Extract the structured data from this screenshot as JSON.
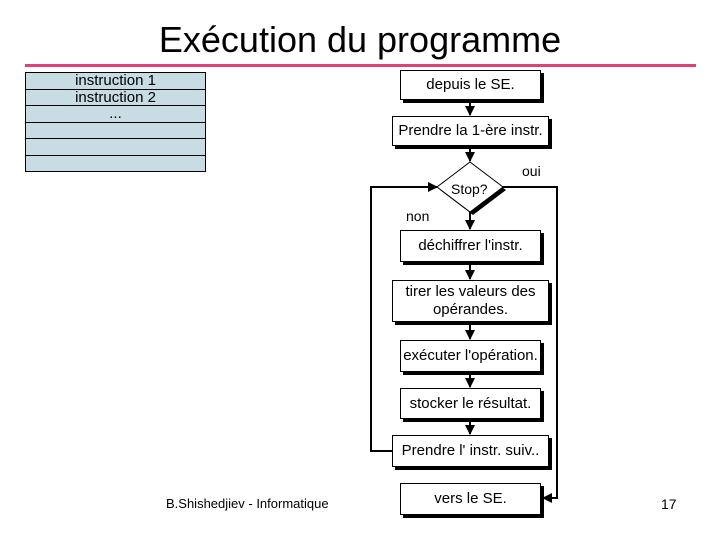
{
  "slide": {
    "title": "Exécution du programme",
    "footer": "B.Shishedjiev - Informatique",
    "page_number": "17"
  },
  "memory": {
    "cells": [
      "instruction 1",
      "instruction 2",
      "...",
      "",
      "",
      ""
    ]
  },
  "flowchart": {
    "load_from_se": "depuis le SE.",
    "fetch_first": "Prendre la 1-ère instr.",
    "decision_stop": "Stop?",
    "yes_label": "oui",
    "no_label": "non",
    "decode": "déchiffrer l'instr.",
    "fetch_operands": "tirer les valeurs des opérandes.",
    "execute": "exécuter l'opération.",
    "store": "stocker le résultat.",
    "fetch_next": "Prendre l' instr. suiv..",
    "return_to_se": "vers le SE."
  },
  "colors": {
    "title_rule": "#e0407a",
    "memory_cell_fill": "#c8dce4"
  }
}
